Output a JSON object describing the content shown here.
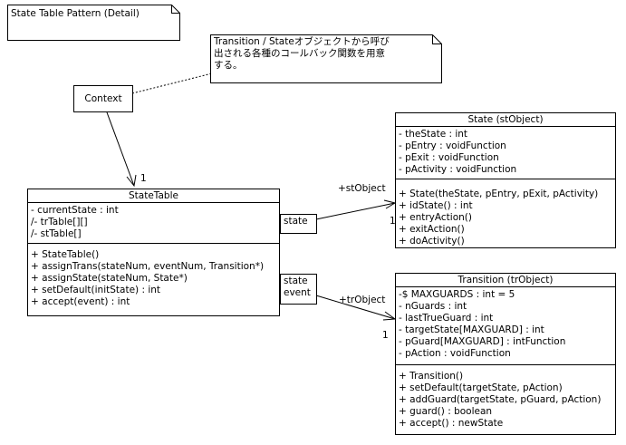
{
  "frame_title": "State Table Pattern (Detail)",
  "note_text": "Transition / Stateオブジェクトから呼び\n出される各種のコールバック関数を用意\nする。",
  "context_label": "Context",
  "state_table": {
    "name": "StateTable",
    "attributes": [
      "- currentState : int",
      "/- trTable[][]",
      "/- stTable[]"
    ],
    "operations": [
      "+ StateTable()",
      "+ assignTrans(stateNum, eventNum, Transition*)",
      "+ assignState(stateNum, State*)",
      "+ setDefault(initState) : int",
      "+ accept(event) : int"
    ]
  },
  "state_class": {
    "name": "State (stObject)",
    "attributes": [
      "- theState : int",
      "- pEntry : voidFunction",
      "- pExit : voidFunction",
      "- pActivity : voidFunction"
    ],
    "operations": [
      "+ State(theState, pEntry, pExit, pActivity)",
      "+ idState() : int",
      "+ entryAction()",
      "+ exitAction()",
      "+ doActivity()"
    ]
  },
  "transition_class": {
    "name": "Transition (trObject)",
    "attributes": [
      "-$ MAXGUARDS : int = 5",
      "- nGuards : int",
      "- lastTrueGuard : int",
      "- targetState[MAXGUARD] : int",
      "- pGuard[MAXGUARD] : intFunction",
      "- pAction : voidFunction"
    ],
    "operations": [
      "+ Transition()",
      "+ setDefault(targetState, pAction)",
      "+ addGuard(targetState, pGuard, pAction)",
      "+ guard() : boolean",
      "+ accept() : newState"
    ]
  },
  "qualifier_state": "state",
  "qualifier_trans": [
    "state",
    "event"
  ],
  "role_state": "+stObject",
  "role_trans": "+trObject",
  "mult_context": "1",
  "mult_state": "1",
  "mult_trans": "1"
}
